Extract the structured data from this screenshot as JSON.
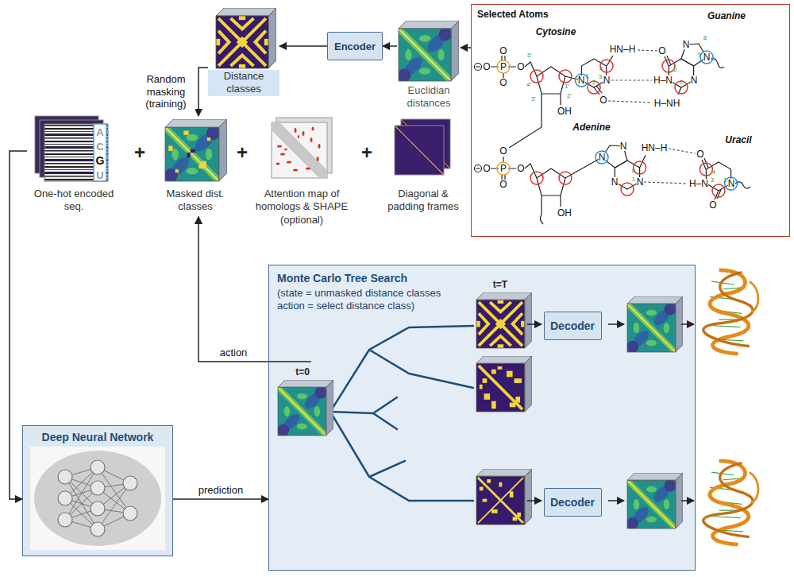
{
  "diagram": {
    "nodes": [
      {
        "text": [
          "Distance classes"
        ]
      },
      {
        "text": [
          "Encoder"
        ]
      },
      {
        "text": [
          "Euclidian distances"
        ]
      },
      {
        "text": [
          "Selected Atoms"
        ]
      },
      {
        "text": [
          "One-hot encoded seq."
        ]
      },
      {
        "text": [
          "Masked dist. classes"
        ]
      },
      {
        "text": [
          "Attention map of homologs & SHAPE (optional)"
        ]
      },
      {
        "text": [
          "Diagonal & padding frames"
        ]
      },
      {
        "text": [
          "Monte Carlo Tree Search",
          "(state = unmasked distance classes action = select distance class)"
        ]
      },
      {
        "text": [
          "Decoder"
        ],
        "in": 8
      },
      {
        "text": [
          "Decoder"
        ],
        "in": 8
      },
      {
        "text": [
          "Deep Neural Network"
        ]
      }
    ],
    "edges": [
      {
        "from": 3,
        "to": 2,
        "arrow": "to"
      },
      {
        "from": 2,
        "to": 1,
        "arrow": "to"
      },
      {
        "from": 1,
        "to": 0,
        "arrow": "to"
      },
      {
        "from": 0,
        "to": 5,
        "label": "Random masking (training)",
        "arrow": "to"
      },
      {
        "from": 4,
        "to": 11,
        "arrow": "to"
      },
      {
        "from": 11,
        "to": 8,
        "label": "prediction",
        "arrow": "to"
      },
      {
        "from": 8,
        "to": 5,
        "label": "action",
        "arrow": "to"
      }
    ],
    "labels": [
      "+",
      "+",
      "+",
      "A",
      "C",
      "G",
      "U",
      "t=T",
      "t=0",
      "Cytosine",
      "Guanine",
      "Adenine",
      "Uracil",
      "O",
      "P",
      "O",
      "O",
      "O",
      "5'",
      "4'",
      "1'",
      "2'",
      "3'",
      "OH",
      "N",
      "1",
      "N",
      "3",
      "O",
      "2",
      "4",
      "HN–H",
      "O",
      "H–N",
      "H–NH",
      "N",
      "N",
      "N",
      "6",
      "2",
      "8",
      "9",
      "O",
      "O",
      "P",
      "O",
      "O",
      "OH",
      "N",
      "N",
      "HN–H",
      "N",
      "N",
      "6",
      "1",
      "O",
      "H–N",
      "O",
      "N",
      "4",
      "3",
      "1"
    ]
  }
}
